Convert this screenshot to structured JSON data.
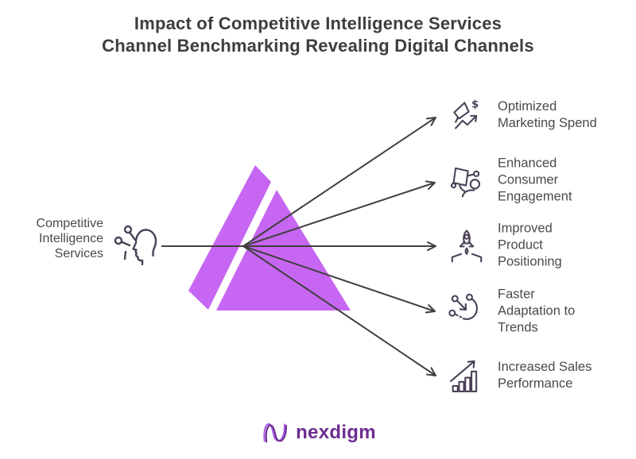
{
  "title": {
    "line1": "Impact of Competitive Intelligence Services",
    "line2": "Channel Benchmarking Revealing Digital Channels"
  },
  "source": {
    "label": "Competitive Intelligence Services",
    "icon": "mind-network-icon"
  },
  "outcomes": [
    {
      "label": "Optimized\nMarketing Spend",
      "icon": "megaphone-dollar-icon"
    },
    {
      "label": "Enhanced\nConsumer\nEngagement",
      "icon": "consumer-engagement-icon"
    },
    {
      "label": "Improved\nProduct\nPositioning",
      "icon": "rocket-positioning-icon"
    },
    {
      "label": "Faster\nAdaptation to\nTrends",
      "icon": "adaptation-icon"
    },
    {
      "label": "Increased Sales\nPerformance",
      "icon": "sales-bar-chart-icon"
    }
  ],
  "brand": {
    "name": "nexdigm"
  },
  "colors": {
    "prism": "#c766f2",
    "arrow": "#404040",
    "icon_stroke": "#4a4157",
    "text": "#4a4a4a",
    "title": "#3e3e3e",
    "brand_purple": "#6e2d91",
    "brand_light": "#a55ce6"
  }
}
